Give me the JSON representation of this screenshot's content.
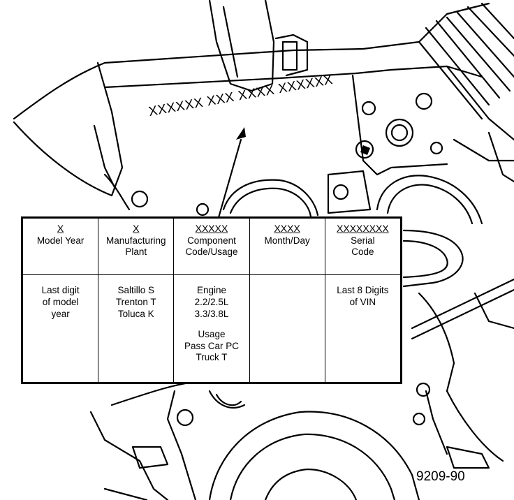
{
  "stamp_text": "XXXXXX XXX XXXX XXXXXX",
  "columns": [
    {
      "code": "X",
      "title_lines": [
        "Model Year"
      ],
      "body_lines": [
        "Last digit",
        "of model",
        "year"
      ]
    },
    {
      "code": "X",
      "title_lines": [
        "Manufacturing",
        "Plant"
      ],
      "body_lines": [
        "Saltillo S",
        "Trenton T",
        "Toluca K"
      ]
    },
    {
      "code": "XXXXX",
      "title_lines": [
        "Component",
        "Code/Usage"
      ],
      "body_lines": [
        "Engine",
        "2.2/2.5L",
        "3.3/3.8L"
      ],
      "body_lines_2": [
        "Usage",
        "Pass Car PC",
        "Truck T"
      ]
    },
    {
      "code": "XXXX",
      "title_lines": [
        "Month/Day"
      ],
      "body_lines": []
    },
    {
      "code": "XXXXXXXX",
      "title_lines": [
        "Serial",
        "Code"
      ],
      "body_lines": [
        "Last 8 Digits",
        "of VIN"
      ]
    }
  ],
  "figure_number": "9209-90"
}
